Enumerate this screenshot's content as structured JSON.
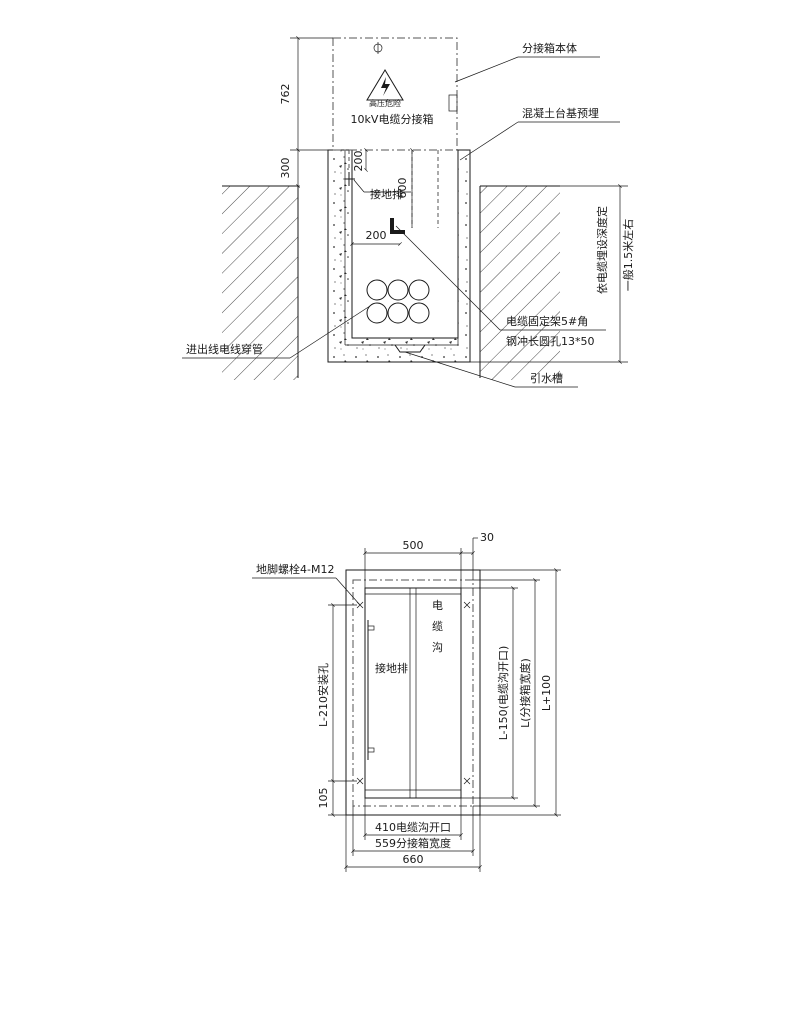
{
  "section_view": {
    "box_body_label": "分接箱本体",
    "concrete_label": "混凝土台基预埋",
    "box_name": "10kV电缆分接箱",
    "warning_sign": "高压危险",
    "ground_bar_label": "接地排",
    "bracket_label": "电缆固定架5#角",
    "slot_label": "钢冲长圆孔13*50",
    "conduit_label": "进出线电线穿管",
    "drain_label": "引水槽",
    "depth_note": "依电缆埋设深度定",
    "depth_note2": "一般1.5米左右",
    "dims": {
      "box_height": "762",
      "base_above": "300",
      "wall_offset": "200",
      "inner_depth": "600",
      "bracket_width": "200"
    }
  },
  "plan_view": {
    "anchor_label": "地脚螺栓4-M12",
    "ground_bar_label": "接地排",
    "trench_label_1": "电",
    "trench_label_2": "缆",
    "trench_label_3": "沟",
    "dims": {
      "top_width": "500",
      "edge_gap": "30",
      "hole_spacing": "L-210安装孔",
      "bottom_offset": "105",
      "trench_opening_len": "L-150(电缆沟开口)",
      "box_width_len": "L(分接箱宽度)",
      "total_len": "L+100",
      "trench_opening_w": "410电缆沟开口",
      "box_width": "559分接箱宽度",
      "base_width": "660"
    }
  }
}
